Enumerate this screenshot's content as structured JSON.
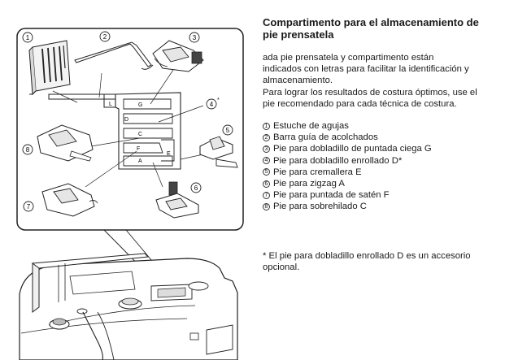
{
  "title_line1": "Compartimento para el almacenamiento de",
  "title_line2": "pie prensatela",
  "intro_line1": "ada pie prensatela y compartimento están",
  "intro_line2": "indicados con letras para facilitar la identificación y",
  "intro_line3": "almacenamiento.",
  "intro_line4": "Para lograr los resultados de costura óptimos, use el",
  "intro_line5": "pie recomendado para cada técnica de costura.",
  "items": [
    {
      "num": "1",
      "text": "Estuche de agujas"
    },
    {
      "num": "2",
      "text": "Barra guía de acolchados"
    },
    {
      "num": "3",
      "text": "Pie para dobladillo de puntada ciega G"
    },
    {
      "num": "4",
      "text": "Pie para dobladillo enrollado D*"
    },
    {
      "num": "5",
      "text": "Pie para cremallera E"
    },
    {
      "num": "6",
      "text": "Pie para zigzag A"
    },
    {
      "num": "7",
      "text": "Pie para puntada de satén F"
    },
    {
      "num": "8",
      "text": "Pie para sobrehilado C"
    }
  ],
  "note_line1": "* El pie para dobladillo enrollado D es un accesorio",
  "note_line2": "opcional.",
  "callouts": [
    "1",
    "2",
    "3",
    "4*",
    "5",
    "6",
    "7",
    "8"
  ],
  "slot_letters": [
    "G",
    "D",
    "C",
    "F",
    "E",
    "A",
    "L"
  ]
}
